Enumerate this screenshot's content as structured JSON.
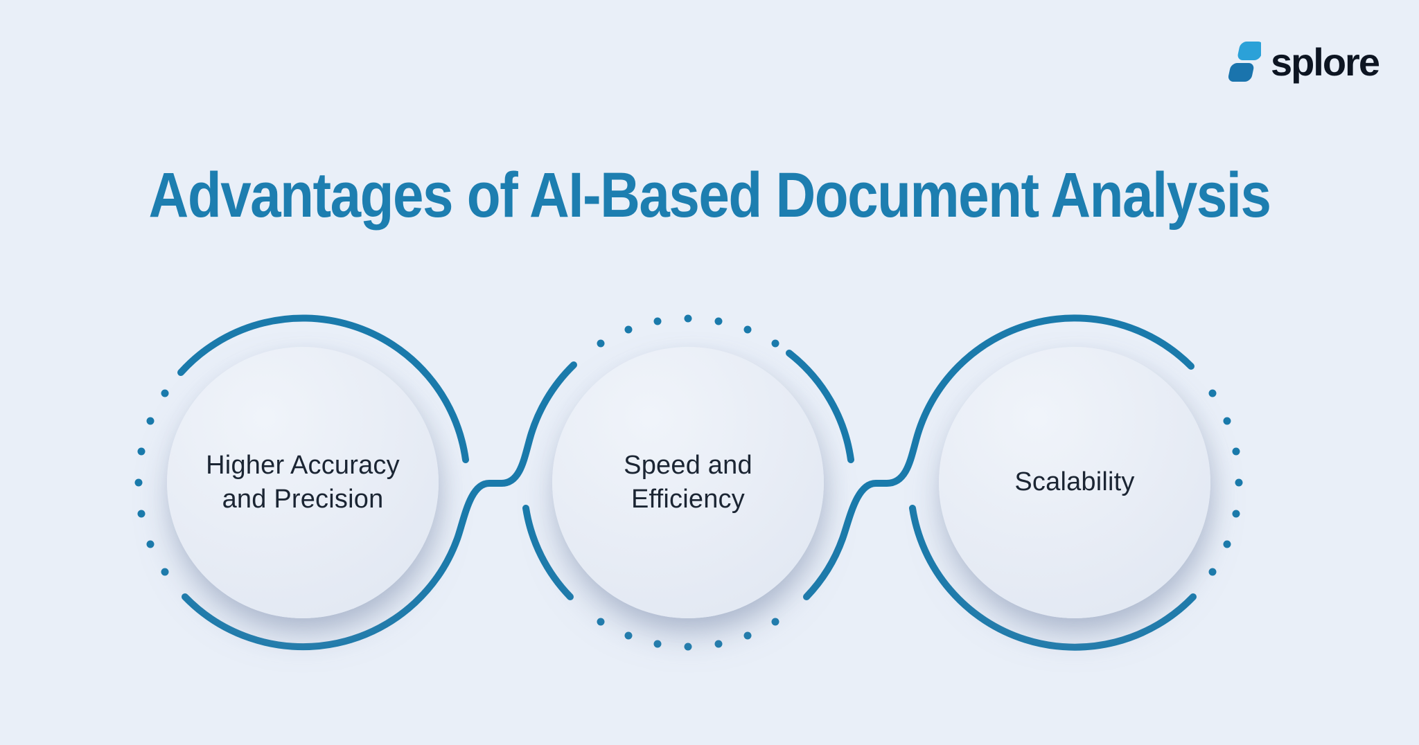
{
  "colors": {
    "background": "#e9eff8",
    "accent_stroke": "#1a7aab",
    "title": "#1d7eb0",
    "label_text": "#1b2533",
    "circle_fill": "#e7ecf5",
    "logo_text": "#0d1522",
    "logo_icon_top": "#2ba1d8",
    "logo_icon_bottom": "#1a74ad"
  },
  "logo": {
    "brand": "splore",
    "icon": "splore-mark-icon"
  },
  "title": {
    "text": "Advantages of AI-Based Document Analysis"
  },
  "steps": [
    {
      "label": "Higher Accuracy\nand Precision"
    },
    {
      "label": "Speed and\nEfficiency"
    },
    {
      "label": "Scalability"
    }
  ]
}
